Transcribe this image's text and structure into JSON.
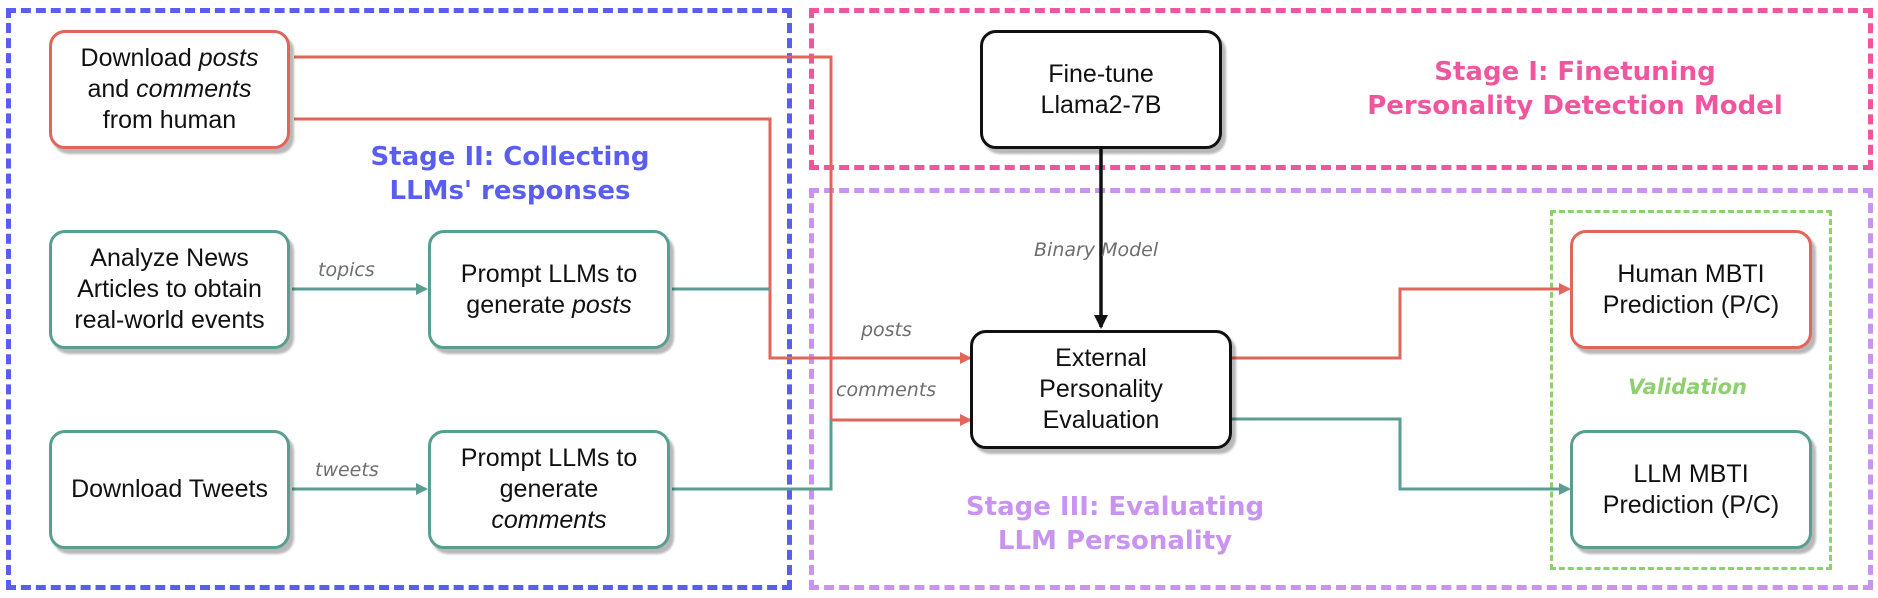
{
  "stages": {
    "stage1": {
      "line1": "Stage I: Finetuning",
      "line2": "Personality Detection Model"
    },
    "stage2": {
      "line1": "Stage II: Collecting",
      "line2": "LLMs' responses"
    },
    "stage3": {
      "line1": "Stage III: Evaluating",
      "line2": "LLM Personality"
    },
    "validation": "Validation"
  },
  "nodes": {
    "download_posts": {
      "pre": "Download ",
      "posts": "posts",
      "and": "and ",
      "comments": "comments",
      "line3": "from human"
    },
    "analyze_news": {
      "line1": "Analyze News",
      "line2": "Articles to obtain",
      "line3": "real-world events"
    },
    "download_tweets": {
      "line1": "Download Tweets"
    },
    "prompt_posts": {
      "line1": "Prompt LLMs to",
      "pre2": "generate ",
      "posts": "posts"
    },
    "prompt_comments": {
      "line1": "Prompt LLMs to",
      "line2": "generate",
      "line3": "comments"
    },
    "finetune": {
      "line1": "Fine-tune",
      "line2": "Llama2-7B"
    },
    "external_eval": {
      "line1": "External",
      "line2": "Personality",
      "line3": "Evaluation"
    },
    "human_mbti": {
      "line1": "Human MBTI",
      "line2": "Prediction (P/C)"
    },
    "llm_mbti": {
      "line1": "LLM MBTI",
      "line2": "Prediction (P/C)"
    }
  },
  "edge_labels": {
    "topics": "topics",
    "tweets": "tweets",
    "binary_model": "Binary Model",
    "posts": "posts",
    "comments": "comments"
  },
  "colors": {
    "stage1": "#f0569e",
    "stage2": "#5a5ef0",
    "stage3": "#c894f0",
    "validation": "#8ecf6e",
    "red": "#e2655b",
    "teal": "#5a9e92",
    "black": "#111111"
  }
}
